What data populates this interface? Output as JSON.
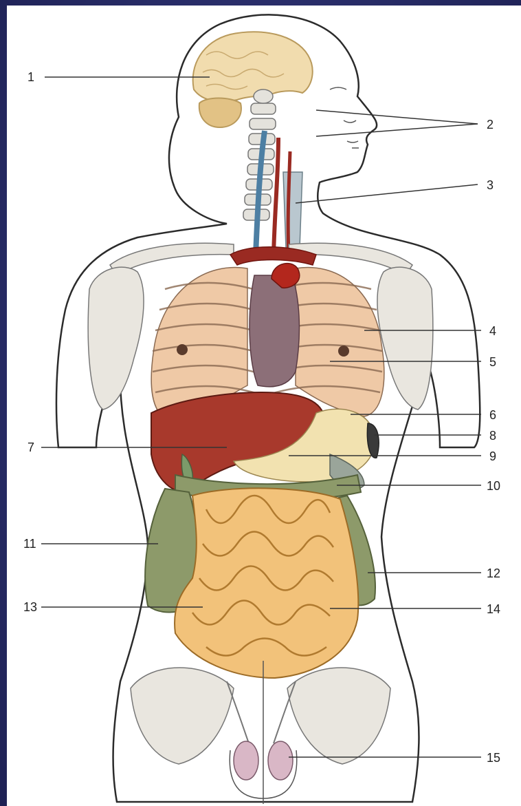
{
  "diagram": {
    "labels": [
      "1",
      "2",
      "3",
      "4",
      "5",
      "6",
      "7",
      "8",
      "9",
      "10",
      "11",
      "12",
      "13",
      "14",
      "15"
    ]
  },
  "colors": {
    "background": "#2c2f6e",
    "panel": "#ffffff",
    "outline": "#2b2b2b",
    "brain": "#f1dcae",
    "bone": "#e9e6df",
    "lung": "#efc9a6",
    "heart": "#9a2a22",
    "liver": "#a8392c",
    "stomach": "#f2e2b0",
    "colon": "#8d9a6a",
    "small_intestine": "#f2c27a",
    "kidney": "#d9b7c6",
    "vessel_blue": "#4d7fa3",
    "trachea": "#b9c7cf"
  }
}
